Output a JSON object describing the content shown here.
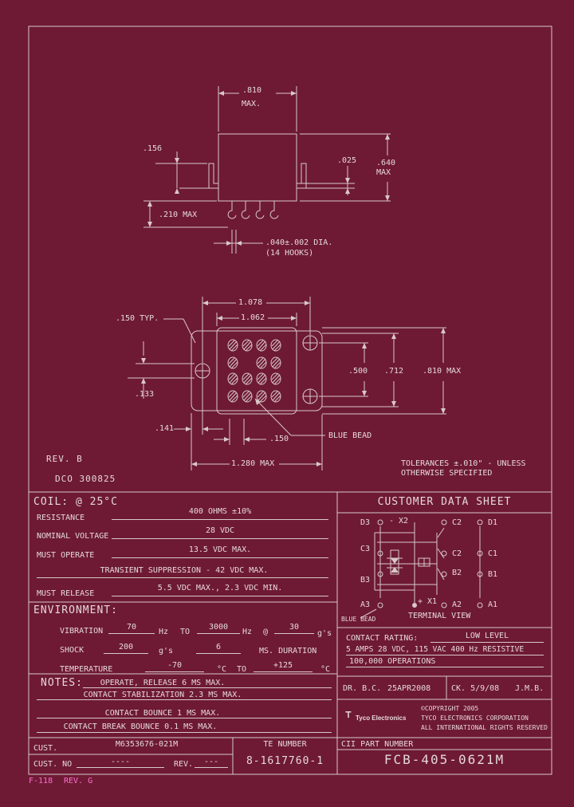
{
  "drawing_top": {
    "width_dim": ".810",
    "max": "MAX.",
    "dim_156": ".156",
    "dim_025": ".025",
    "height_dim": ".640",
    "height_max": "MAX",
    "dim_210": ".210 MAX",
    "hook_dia": ".040±.002 DIA.",
    "hook_count": "(14 HOOKS)"
  },
  "drawing_bottom": {
    "dim_1078": "1.078",
    "dim_1062": "1.062",
    "dim_150_typ": ".150 TYP.",
    "dim_500": ".500",
    "dim_712": ".712",
    "dim_810_max": ".810 MAX",
    "dim_133": ".133",
    "dim_141": ".141",
    "dim_150": ".150",
    "blue_bead": "BLUE BEAD",
    "dim_1280": "1.280 MAX"
  },
  "rev": {
    "label": "REV. B",
    "dco": "DCO 300825"
  },
  "tolerances": [
    "TOLERANCES ±.010\" - UNLESS",
    "OTHERWISE SPECIFIED"
  ],
  "coil": {
    "heading": "COIL: @ 25°C",
    "rows": [
      {
        "label": "RESISTANCE",
        "value": "400 OHMS ±10%"
      },
      {
        "label": "NOMINAL VOLTAGE",
        "value": "28 VDC"
      },
      {
        "label": "MUST OPERATE",
        "value": "13.5 VDC MAX."
      },
      {
        "label": "",
        "value": "TRANSIENT SUPPRESSION - 42 VDC MAX."
      },
      {
        "label": "MUST RELEASE",
        "value": "5.5 VDC MAX., 2.3 VDC MIN."
      }
    ]
  },
  "environment": {
    "heading": "ENVIRONMENT:",
    "vibration": {
      "label": "VIBRATION",
      "v1": "70",
      "u1": "Hz",
      "to": "TO",
      "v2": "3000",
      "u2": "Hz",
      "at": "@",
      "v3": "30",
      "u3": "g's"
    },
    "shock": {
      "label": "SHOCK",
      "v1": "200",
      "u1": "g's",
      "v2": "6",
      "u2": "MS. DURATION"
    },
    "temperature": {
      "label": "TEMPERATURE",
      "v1": "-70",
      "u1": "°C",
      "to": "TO",
      "v2": "+125",
      "u2": "°C"
    }
  },
  "notes": {
    "heading": "NOTES:",
    "items": [
      "OPERATE, RELEASE 6 MS MAX.",
      "CONTACT STABILIZATION 2.3 MS MAX.",
      "CONTACT BOUNCE 1 MS MAX.",
      "CONTACT BREAK BOUNCE 0.1 MS MAX."
    ]
  },
  "customer": {
    "cust_label": "CUST.",
    "cust_value": "M6353676-021M",
    "cust_no_label": "CUST. NO",
    "cust_no_value": "----",
    "rev_label": "REV.",
    "rev_value": "---",
    "te_number_label": "TE NUMBER",
    "te_number_value": "8-1617760-1",
    "cii_label": "CII PART NUMBER",
    "cii_value": "FCB-405-0621M"
  },
  "data_sheet": {
    "title": "CUSTOMER DATA SHEET",
    "terminal_view": "TERMINAL VIEW",
    "blue_bead": "BLUE BEAD",
    "terminals": {
      "d3": "D3",
      "x2": "- X2",
      "c2a": "C2",
      "d1": "D1",
      "c3": "C3",
      "c2b": "C2",
      "c1": "C1",
      "b3": "B3",
      "b2": "B2",
      "b1": "B1",
      "a3": "A3",
      "x1": "+ X1",
      "a2": "A2",
      "a1": "A1"
    },
    "contact_rating_label": "CONTACT RATING:",
    "contact_rating_value": "LOW LEVEL",
    "rating_line2": "5 AMPS 28 VDC, 115 VAC 400 Hz RESISTIVE",
    "rating_line3": "100,000 OPERATIONS",
    "dr": "DR. B.C.",
    "dr_date": "25APR2008",
    "ck": "CK. 5/9/08",
    "ck_by": "J.M.B."
  },
  "copyright": {
    "logo_text": "Tyco Electronics",
    "line1": "©COPYRIGHT 2005",
    "line2": "TYCO ELECTRONICS CORPORATION",
    "line3": "ALL INTERNATIONAL RIGHTS RESERVED"
  },
  "footer": {
    "form": "F-118",
    "rev": "REV. G"
  }
}
